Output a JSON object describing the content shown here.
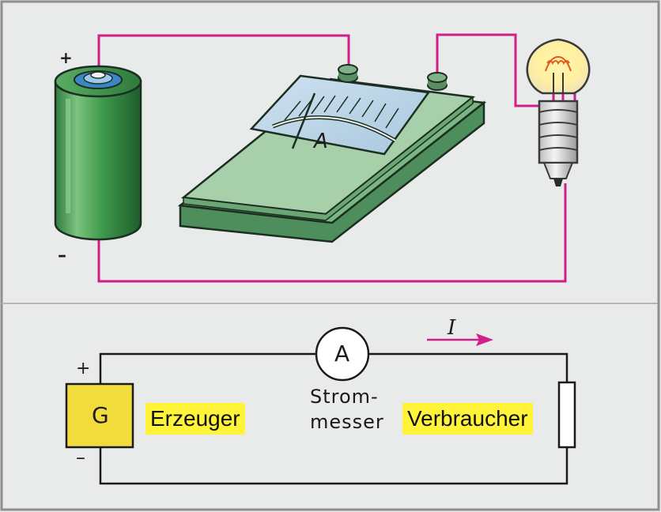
{
  "upper": {
    "battery_plus": "+",
    "battery_minus": "–",
    "meter_letter": "A"
  },
  "lower": {
    "generator_symbol": "G",
    "ammeter_symbol": "A",
    "plus_sign": "+",
    "minus_sign": "–",
    "current_symbol": "I",
    "label_generator": "Erzeuger",
    "label_meter_line1": "Strom-",
    "label_meter_line2": "messer",
    "label_consumer": "Verbraucher"
  },
  "colors": {
    "wire_pink": "#d01e8a",
    "battery_green": "#3f9a4f",
    "meter_green": "#8cc38c",
    "generator_yellow": "#f2dc3c",
    "highlight_yellow": "#fff43a",
    "frame_gray": "#8e8f8f"
  }
}
